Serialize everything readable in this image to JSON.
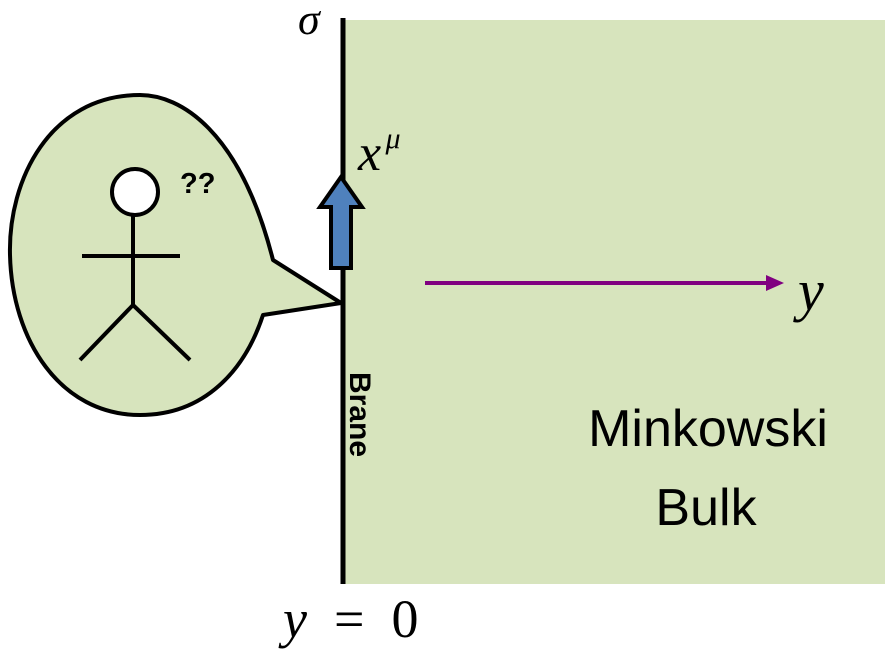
{
  "diagram": {
    "brane_label": "Brane",
    "sigma_label": "σ",
    "x_mu_base": "x",
    "x_mu_sup": "μ",
    "y_axis_label": "y",
    "brane_position": {
      "lhs": "y",
      "op": "=",
      "rhs": "0"
    },
    "bulk_label_line1": "Minkowski",
    "bulk_label_line2": "Bulk",
    "thought_text": "??",
    "icons": {
      "observer": "stick-figure-icon",
      "bubble": "speech-bubble-icon",
      "up_arrow": "arrow-up-icon",
      "right_arrow": "arrow-right-icon"
    },
    "colors": {
      "bulk_fill": "#d7e4bd",
      "bubble_fill": "#d7e4bd",
      "up_arrow_fill": "#4f81bd",
      "right_arrow": "#800080",
      "line": "#000000"
    }
  }
}
